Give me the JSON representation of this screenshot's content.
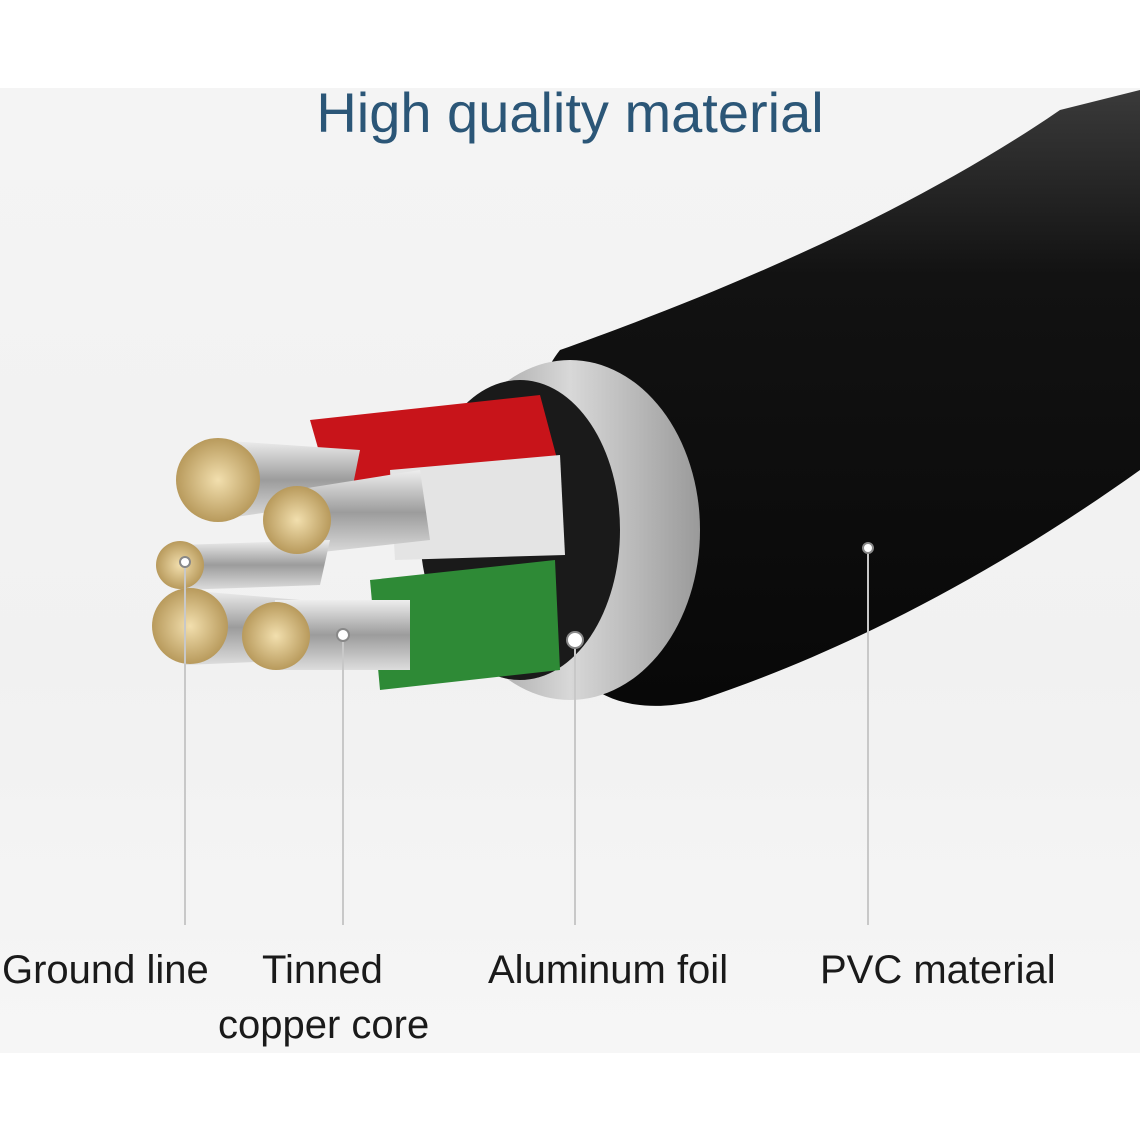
{
  "title": "High quality material",
  "labels": {
    "ground_line": "Ground line",
    "tinned_line1": "Tinned",
    "tinned_line2": "copper core",
    "aluminum_foil": "Aluminum foil",
    "pvc_material": "PVC material"
  },
  "colors": {
    "title": "#2b5677",
    "jacket": "#141414",
    "foil": "#b8b8b8",
    "red_wire": "#c8141a",
    "white_wire": "#e6e6e6",
    "green_wire": "#2e8a36",
    "copper": "#d9c08a"
  }
}
